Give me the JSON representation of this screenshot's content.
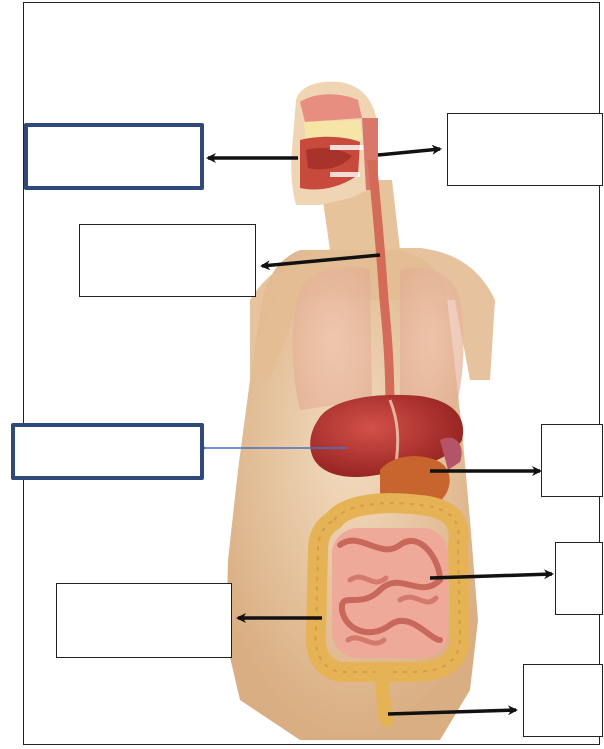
{
  "diagram": {
    "type": "digestive-system-labeling-worksheet",
    "colors": {
      "highlight_box_border": "#2f4a7a",
      "pointer_arrow_blue": "#4472c4",
      "arrow_black": "#111111",
      "skin": "#e8c9a0",
      "organ_red": "#b8302a",
      "intestine_pink": "#e08a7a",
      "colon_yellow": "#e6b85c"
    },
    "labels": [
      {
        "id": "mouth",
        "text": "",
        "highlighted": true
      },
      {
        "id": "pharynx",
        "text": "",
        "highlighted": false
      },
      {
        "id": "esophagus",
        "text": "",
        "highlighted": false
      },
      {
        "id": "liver",
        "text": "",
        "highlighted": true
      },
      {
        "id": "stomach",
        "text": "",
        "highlighted": false
      },
      {
        "id": "small-intestine",
        "text": "",
        "highlighted": false
      },
      {
        "id": "large-intestine",
        "text": "",
        "highlighted": false
      },
      {
        "id": "rectum",
        "text": "",
        "highlighted": false
      }
    ]
  }
}
